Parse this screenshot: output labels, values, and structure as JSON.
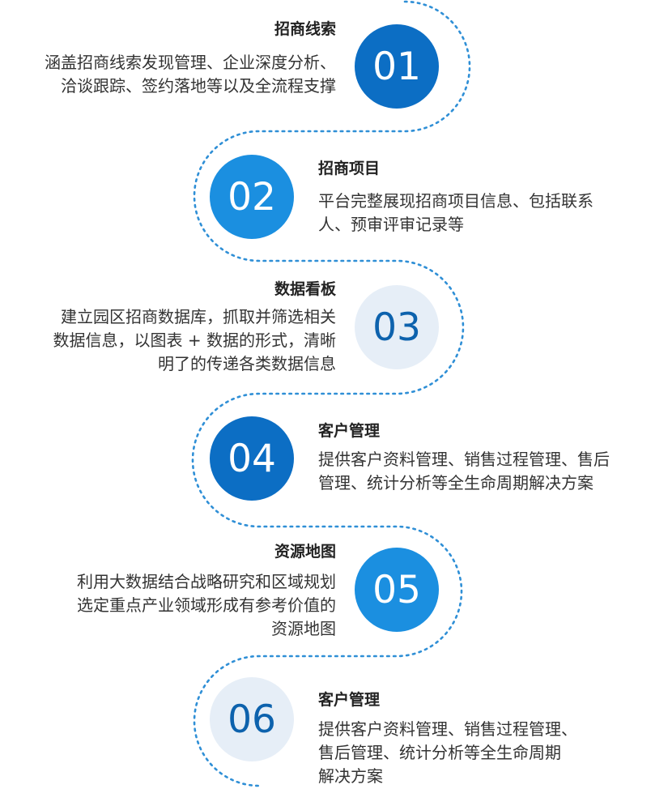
{
  "colors": {
    "dark_circle": "#0c6ec4",
    "mid_circle": "#1b8fe0",
    "pale_circle": "#e6eef7",
    "connector": "#2f8fd6"
  },
  "steps": [
    {
      "number": "01",
      "title": "招商线索",
      "lines": [
        "涵盖招商线索发现管理、企业深度分析、",
        "洽谈跟踪、签约落地等以及全流程支撑"
      ]
    },
    {
      "number": "02",
      "title": "招商项目",
      "lines": [
        "平台完整展现招商项目信息、包括联系",
        "人、预审评审记录等"
      ]
    },
    {
      "number": "03",
      "title": "数据看板",
      "lines": [
        "建立园区招商数据库，抓取并筛选相关",
        "数据信息，以图表 + 数据的形式，清晰",
        "明了的传递各类数据信息"
      ]
    },
    {
      "number": "04",
      "title": "客户管理",
      "lines": [
        "提供客户资料管理、销售过程管理、售后",
        "管理、统计分析等全生命周期解决方案"
      ]
    },
    {
      "number": "05",
      "title": "资源地图",
      "lines": [
        "利用大数据结合战略研究和区域规划",
        "选定重点产业领域形成有参考价值的",
        "资源地图"
      ]
    },
    {
      "number": "06",
      "title": "客户管理",
      "lines": [
        "提供客户资料管理、销售过程管理、",
        "售后管理、统计分析等全生命周期",
        "解决方案"
      ]
    }
  ]
}
